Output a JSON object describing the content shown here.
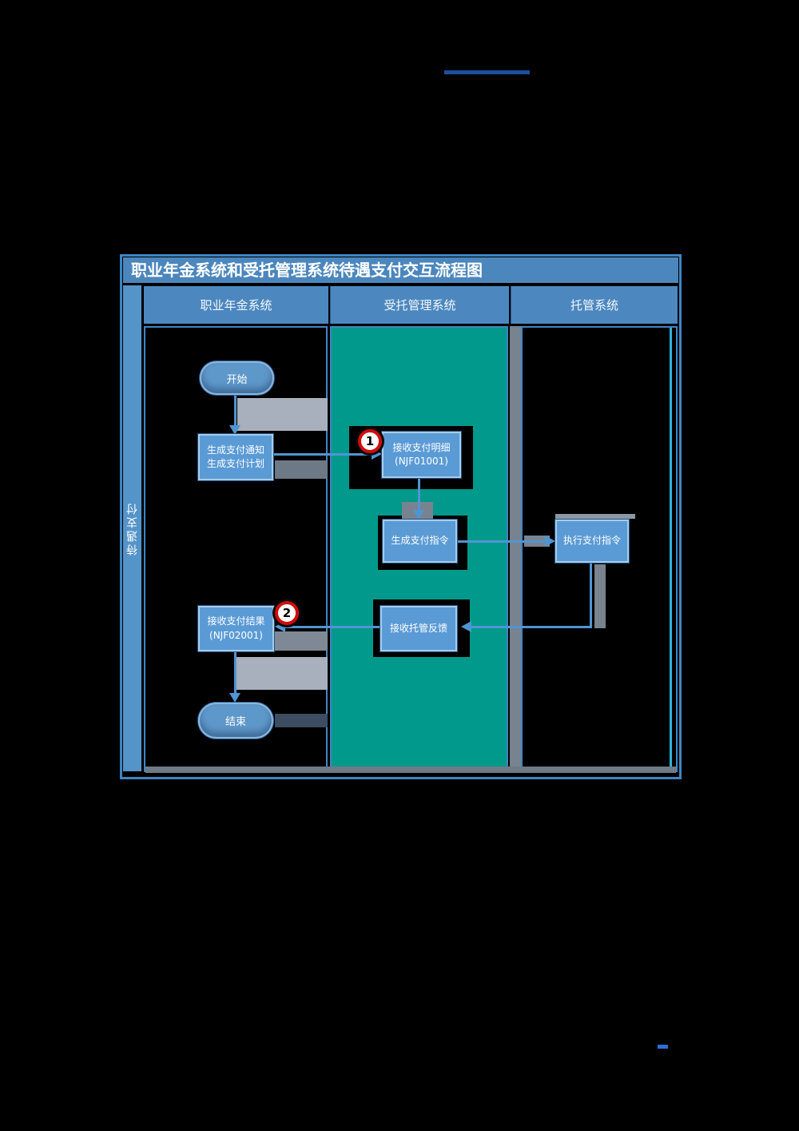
{
  "title": "职业年金系统和受托管理系统待遇支付交互流程图",
  "side_label": "待遇支付",
  "lanes": [
    {
      "label": "职业年金系统"
    },
    {
      "label": "受托管理系统"
    },
    {
      "label": "托管系统"
    }
  ],
  "nodes": {
    "start": {
      "lines": [
        "开始"
      ]
    },
    "gen_notice_plan": {
      "lines": [
        "生成支付通知",
        "生成支付计划"
      ]
    },
    "recv_detail": {
      "lines": [
        "接收支付明细",
        "(NJF01001)"
      ]
    },
    "gen_instruction": {
      "lines": [
        "生成支付指令"
      ]
    },
    "exec_instruction": {
      "lines": [
        "执行支付指令"
      ]
    },
    "recv_custody_feedback": {
      "lines": [
        "接收托管反馈"
      ]
    },
    "recv_result": {
      "lines": [
        "接收支付结果",
        "(NJF02001)"
      ]
    },
    "end": {
      "lines": [
        "结束"
      ]
    }
  },
  "markers": [
    {
      "label": "1"
    },
    {
      "label": "2"
    }
  ],
  "colors": {
    "frame_blue": "#3f85c2",
    "titlebar_blue": "#4b86bd",
    "header_blue": "#4c88bf",
    "strip_blue": "#5594c9",
    "lane_teal": "#00998c",
    "node_blue": "#5b9bd5",
    "arrow_blue": "#5095d2",
    "shadow_grey": "#79838f",
    "marker_ring_red": "#d00c0c",
    "top_line_blue": "#1d4fa0",
    "bottom_dash_blue": "#2e6cd6"
  }
}
